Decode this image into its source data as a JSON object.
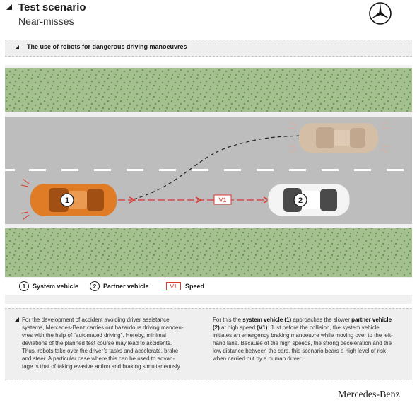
{
  "header": {
    "title": "Test scenario",
    "subtitle": "Near-misses"
  },
  "bar": {
    "text": "The use of robots for dangerous driving manoeuvres"
  },
  "diagram": {
    "vehicle1": {
      "number": "1"
    },
    "vehicle2": {
      "number": "2"
    },
    "speed_label": "V1"
  },
  "legend": {
    "system_num": "1",
    "system_label": "System vehicle",
    "partner_num": "2",
    "partner_label": "Partner vehicle",
    "speed_box": "V1",
    "speed_label": "Speed"
  },
  "text": {
    "left": [
      "For the development of accident avoiding driver assistance",
      "systems, Mercedes-Benz carries out hazardous driving manoeu-",
      "vres with the help of “automated driving”. Hereby, minimal",
      "deviations of the planned test course may lead to accidents.",
      "Thus, robots take over the driver’s tasks and accelerate, brake",
      "and steer. A particular case where this can be used to advan-",
      "tage is that of taking evasive action and braking simultaneously."
    ],
    "right": {
      "p1": "For this the ",
      "b1": "system vehicle (1)",
      "p2": " approaches the slower ",
      "b2": "partner vehicle (2)",
      "p3": " at high speed ",
      "b3": "(V1)",
      "p4": ". Just before the collision, the system vehicle initiates an emergency braking manoeuvre while moving over to the left-hand lane. Because of the high speeds, the strong deceleration and the low distance between the cars, this scenario bears a high level of risk when carried out by a human driver."
    }
  },
  "footer": {
    "brand": "Mercedes-Benz"
  },
  "colors": {
    "grass": "#a3c08e",
    "road": "#bdbdbd",
    "system_vehicle": "#e07b26",
    "partner_vehicle": "#f4f4f4",
    "ghost_vehicle": "#d9bfa3",
    "speed_red": "#d83a2e"
  }
}
